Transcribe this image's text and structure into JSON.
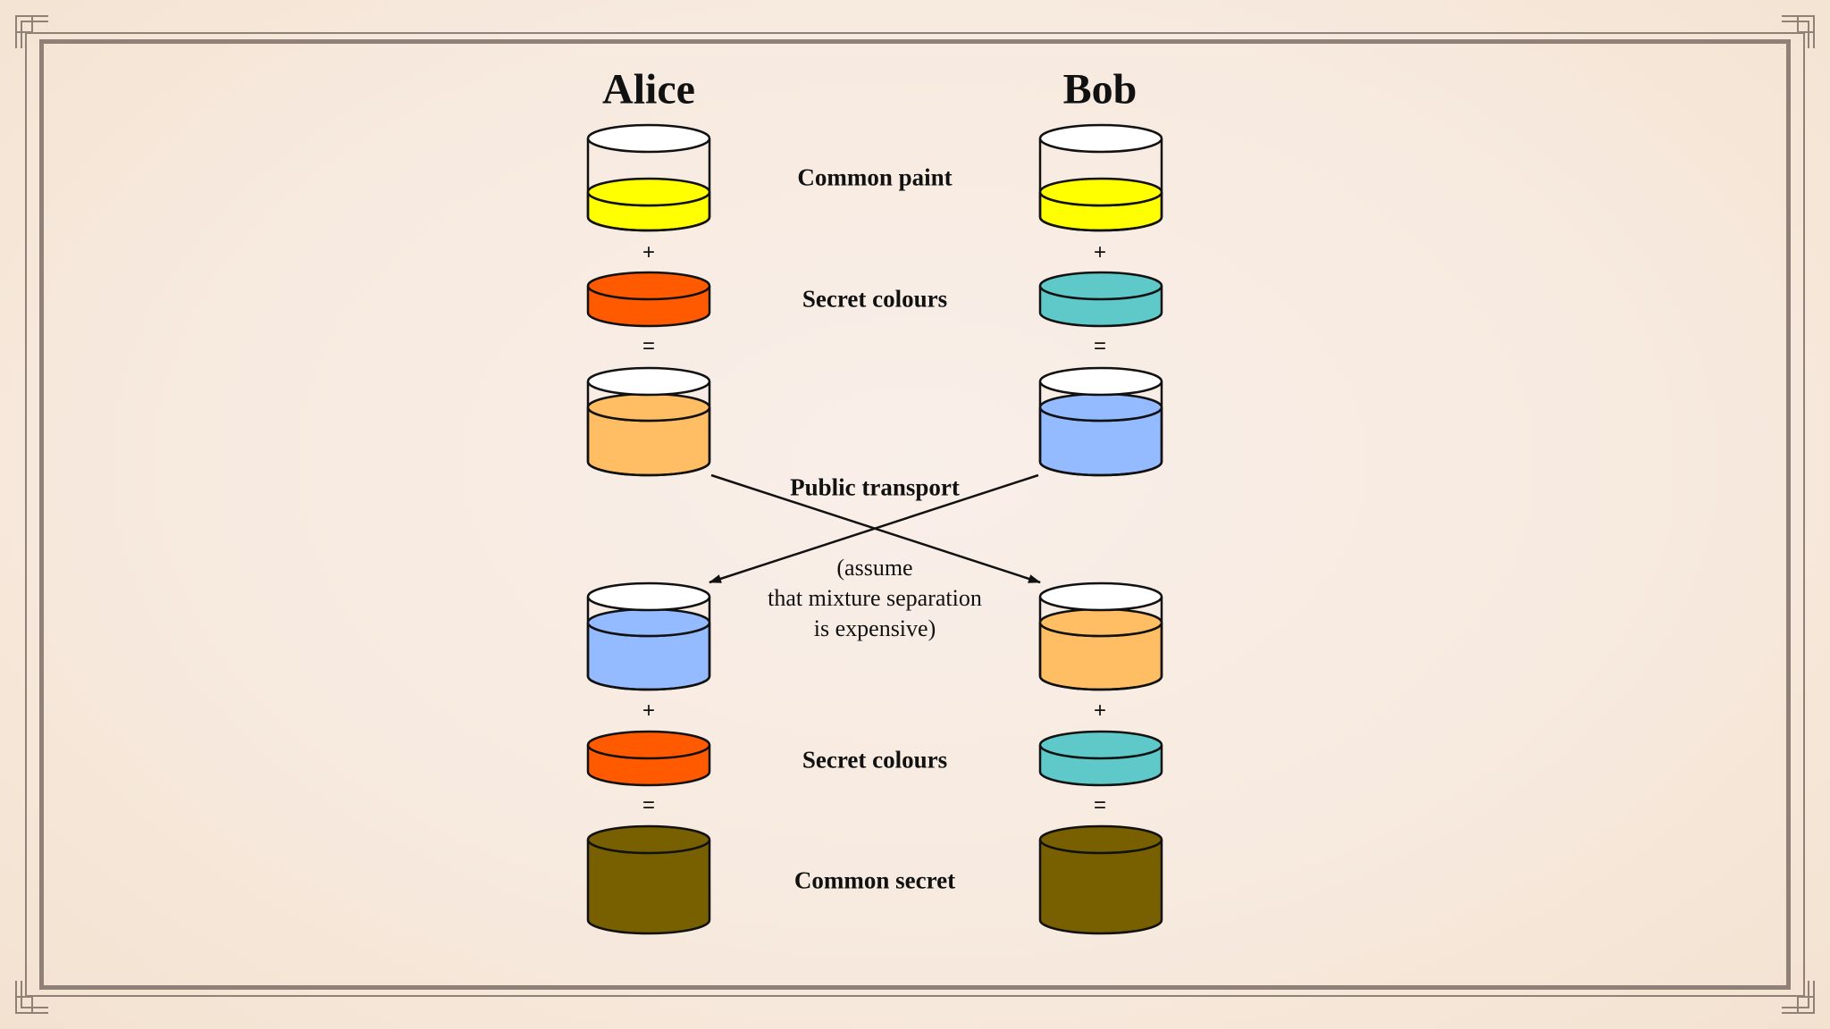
{
  "parties": {
    "left": "Alice",
    "right": "Bob"
  },
  "captions": {
    "common_paint": "Common paint",
    "secret_colours_1": "Secret colours",
    "public_transport": "Public transport",
    "note_line1": "(assume",
    "note_line2": "that mixture separation",
    "note_line3": "is expensive)",
    "secret_colours_2": "Secret colours",
    "common_secret": "Common secret"
  },
  "operators": {
    "plus": "+",
    "equals": "="
  },
  "colors": {
    "common_paint": "#ffff00",
    "alice_secret": "#ff5a00",
    "bob_secret": "#5fc8c8",
    "alice_mixture": "#ffbe64",
    "bob_mixture": "#94baff",
    "common_secret": "#786000",
    "empty": "#ffffff",
    "outline": "#111111",
    "frame": "#8f8178"
  }
}
